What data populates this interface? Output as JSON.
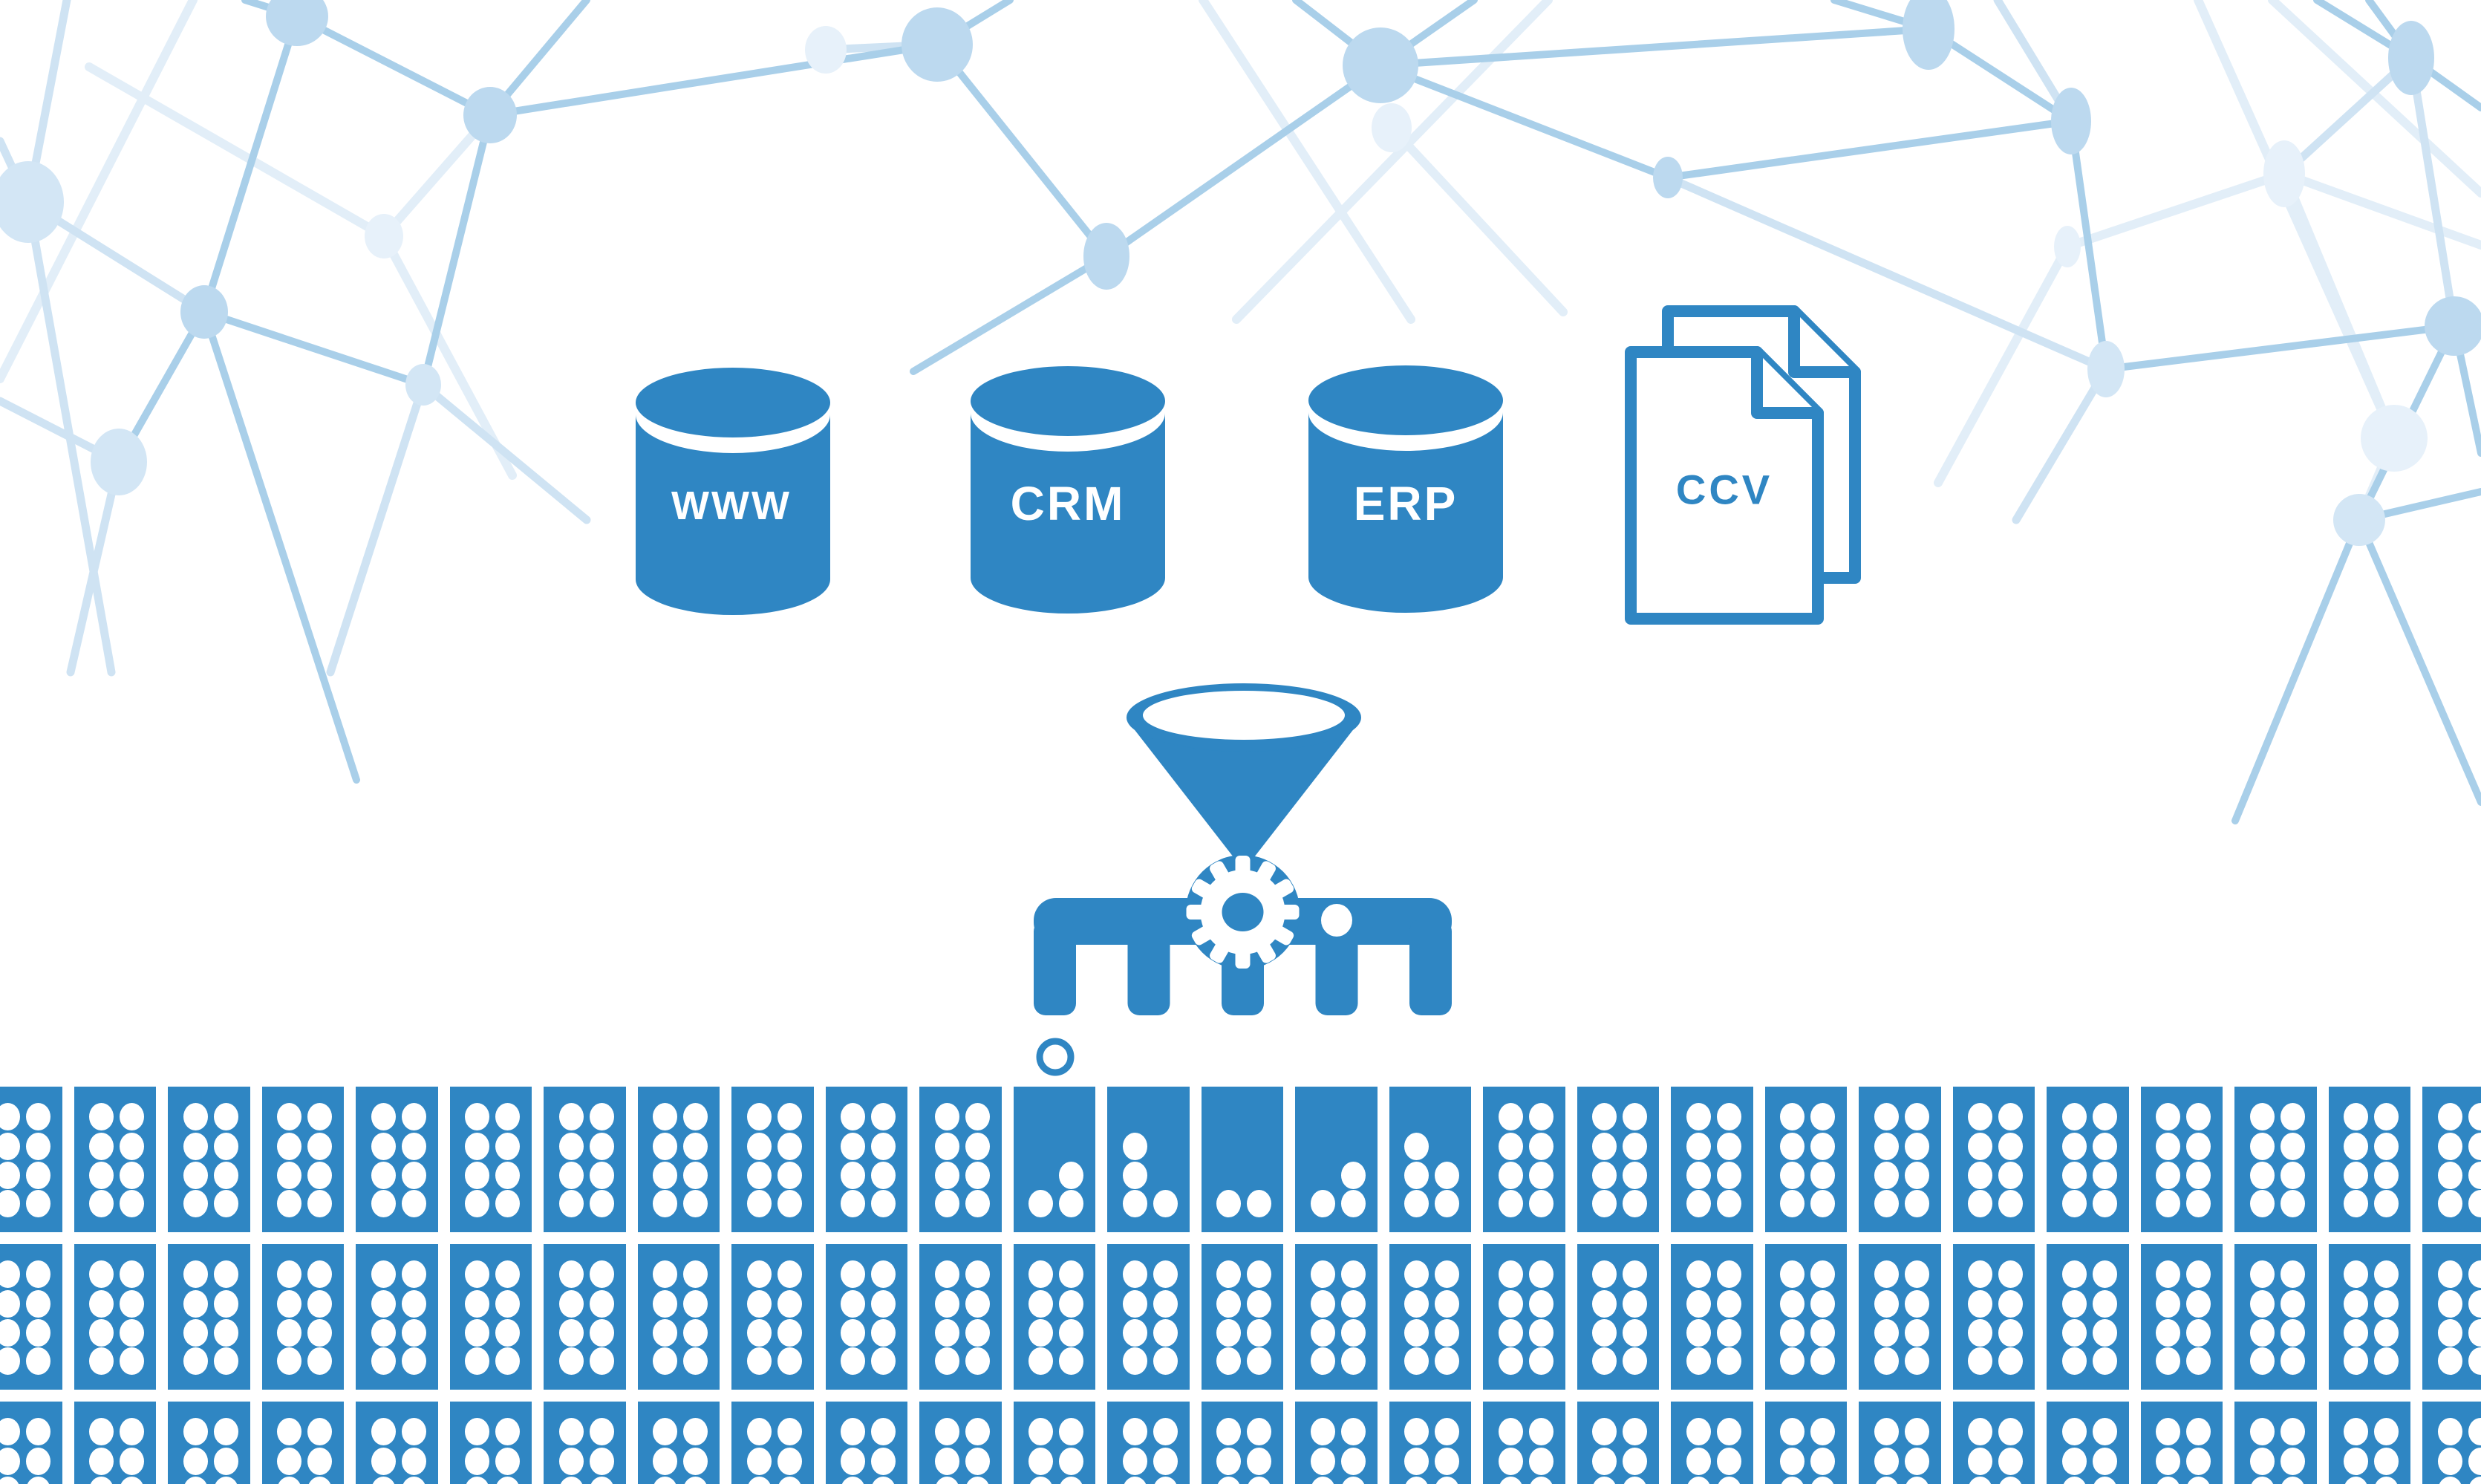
{
  "colors": {
    "primary": "#2f86c3",
    "network_line": "#a9cfe9",
    "network_line_pale": "#cfe3f3",
    "network_line_faint": "#e2eef8",
    "node": "#bcd9ef",
    "node_pale": "#d3e6f5",
    "node_faint": "#e7f1fa",
    "background": "#ffffff"
  },
  "sources": [
    {
      "id": "www",
      "label": "WWW",
      "kind": "database"
    },
    {
      "id": "crm",
      "label": "CRM",
      "kind": "database"
    },
    {
      "id": "erp",
      "label": "ERP",
      "kind": "database"
    },
    {
      "id": "ccv",
      "label": "CCV",
      "kind": "documents"
    }
  ],
  "bricks": {
    "rows": 3,
    "columns": 27,
    "dots_per_brick": {
      "columns": 2,
      "rows": 4
    },
    "partial_bricks": [
      {
        "row": 0,
        "col": 11,
        "dots": [
          [
            1,
            2
          ],
          [
            0,
            3
          ],
          [
            1,
            3
          ]
        ]
      },
      {
        "row": 0,
        "col": 12,
        "dots": [
          [
            0,
            1
          ],
          [
            0,
            2
          ],
          [
            0,
            3
          ],
          [
            1,
            3
          ]
        ]
      },
      {
        "row": 0,
        "col": 13,
        "dots": [
          [
            0,
            3
          ],
          [
            1,
            3
          ]
        ]
      },
      {
        "row": 0,
        "col": 14,
        "dots": [
          [
            1,
            2
          ],
          [
            0,
            3
          ],
          [
            1,
            3
          ]
        ]
      },
      {
        "row": 0,
        "col": 15,
        "dots": [
          [
            0,
            1
          ],
          [
            0,
            2
          ],
          [
            1,
            2
          ],
          [
            0,
            3
          ],
          [
            1,
            3
          ]
        ]
      }
    ]
  }
}
